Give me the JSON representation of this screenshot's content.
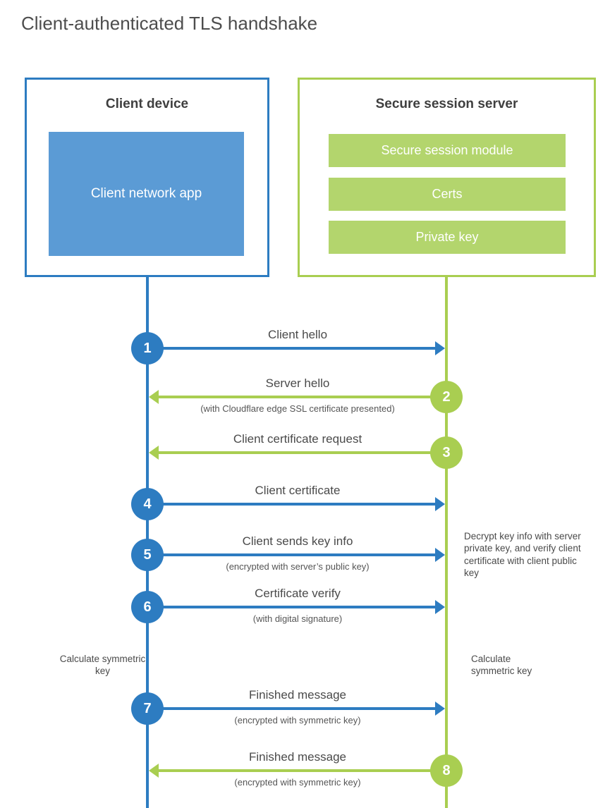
{
  "title": "Client-authenticated TLS handshake",
  "colors": {
    "blue_line": "#2d7cc1",
    "blue_fill": "#5b9bd5",
    "green_line": "#a9ce51",
    "green_fill": "#b3d56d",
    "text": "#4a4a4a"
  },
  "client": {
    "title": "Client device",
    "app_label": "Client network app"
  },
  "server": {
    "title": "Secure session server",
    "modules": [
      "Secure session module",
      "Certs",
      "Private key"
    ]
  },
  "messages": [
    {
      "num": "1",
      "label": "Client hello",
      "sub": "",
      "direction": "right",
      "color": "blue"
    },
    {
      "num": "2",
      "label": "Server hello",
      "sub": "(with Cloudflare edge SSL certificate presented)",
      "direction": "left",
      "color": "green"
    },
    {
      "num": "3",
      "label": "Client certificate request",
      "sub": "",
      "direction": "left",
      "color": "green"
    },
    {
      "num": "4",
      "label": "Client certificate",
      "sub": "",
      "direction": "right",
      "color": "blue"
    },
    {
      "num": "5",
      "label": "Client sends key info",
      "sub": "(encrypted with server’s public key)",
      "direction": "right",
      "color": "blue"
    },
    {
      "num": "6",
      "label": "Certificate verify",
      "sub": "(with digital signature)",
      "direction": "right",
      "color": "blue"
    },
    {
      "num": "7",
      "label": "Finished message",
      "sub": "(encrypted with symmetric key)",
      "direction": "right",
      "color": "blue"
    },
    {
      "num": "8",
      "label": "Finished message",
      "sub": "(encrypted with symmetric key)",
      "direction": "left",
      "color": "green"
    }
  ],
  "notes": {
    "decrypt": "Decrypt key info with server private key, and verify client certificate with client public key",
    "calc_left": "Calculate symmetric key",
    "calc_right": "Calculate symmetric key"
  }
}
